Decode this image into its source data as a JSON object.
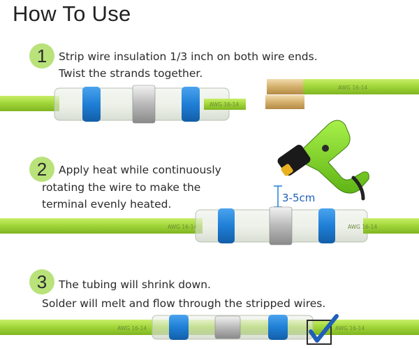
{
  "title": "How To Use",
  "steps": [
    {
      "number": "1",
      "line1": "Strip wire insulation 1/3 inch on both wire ends.",
      "line2": "Twist the strands together."
    },
    {
      "number": "2",
      "line1": "Apply heat while continuously",
      "line2": "rotating the wire to make the",
      "line3": "terminal evenly heated."
    },
    {
      "number": "3",
      "line1": "The tubing will shrink down.",
      "line2": "Solder will melt and flow through the stripped wires."
    }
  ],
  "wire_label": "AWG 16-14",
  "distance_label": "3-5cm",
  "colors": {
    "wire": "#9fd435",
    "ring": "#1f7fd6",
    "check": "#1f5fb8",
    "step_circle": "#b9e27a",
    "heat_gun": "#7ed321"
  }
}
